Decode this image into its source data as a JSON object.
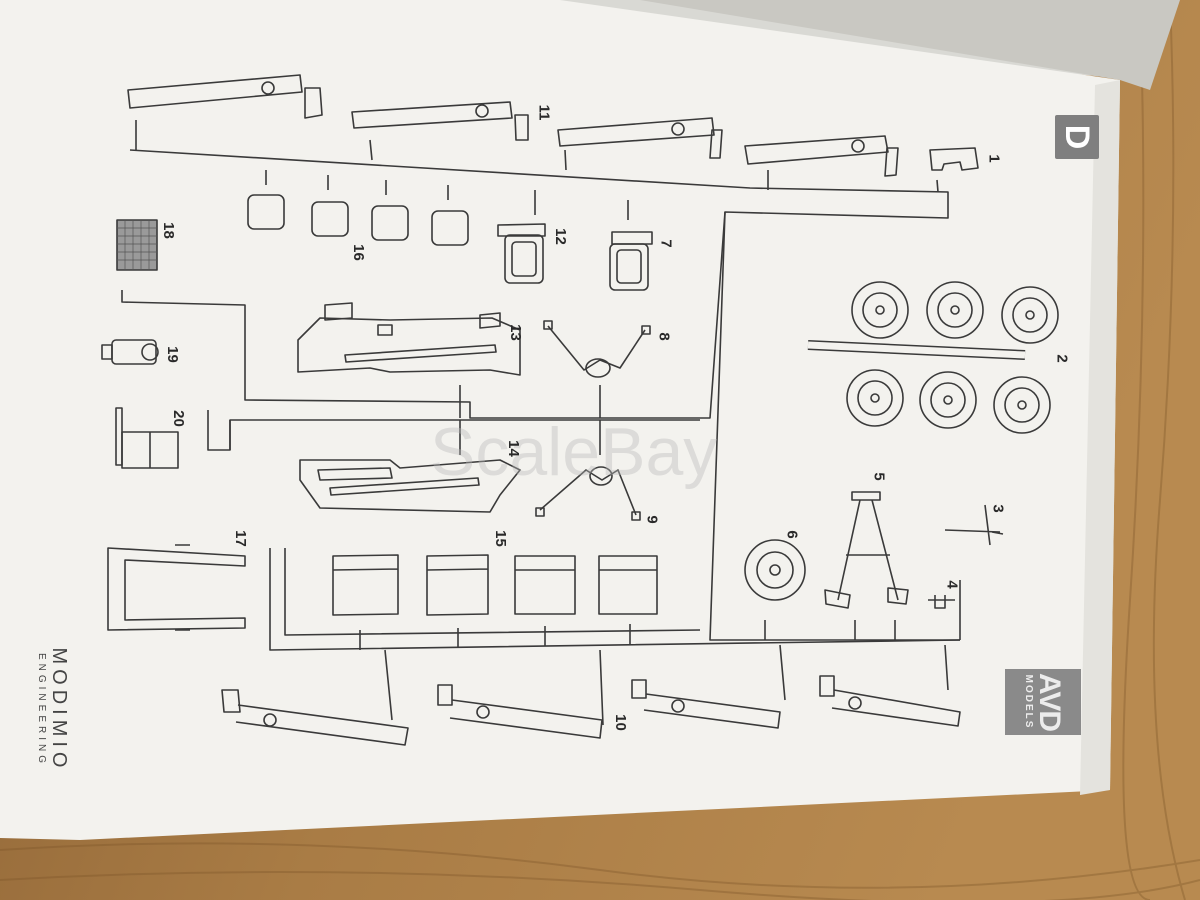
{
  "sheet": {
    "letter": "D",
    "logo": {
      "name": "AVD",
      "sub": "MODELS"
    },
    "brand": {
      "name": "MODIMIO",
      "sub": "ENGINEERING"
    },
    "watermark": "ScaleBay"
  },
  "parts": {
    "p1": "1",
    "p2": "2",
    "p3": "3",
    "p4": "4",
    "p5": "5",
    "p6": "6",
    "p7": "7",
    "p8": "8",
    "p9": "9",
    "p10": "10",
    "p11": "11",
    "p12": "12",
    "p13": "13",
    "p14": "14",
    "p15": "15",
    "p16": "16",
    "p17": "17",
    "p18": "18",
    "p19": "19",
    "p20": "20"
  },
  "colors": {
    "paper": "#f3f2ee",
    "wood": "#a27742",
    "ink": "#2a2a2a",
    "logo": "#8a8a8a"
  }
}
